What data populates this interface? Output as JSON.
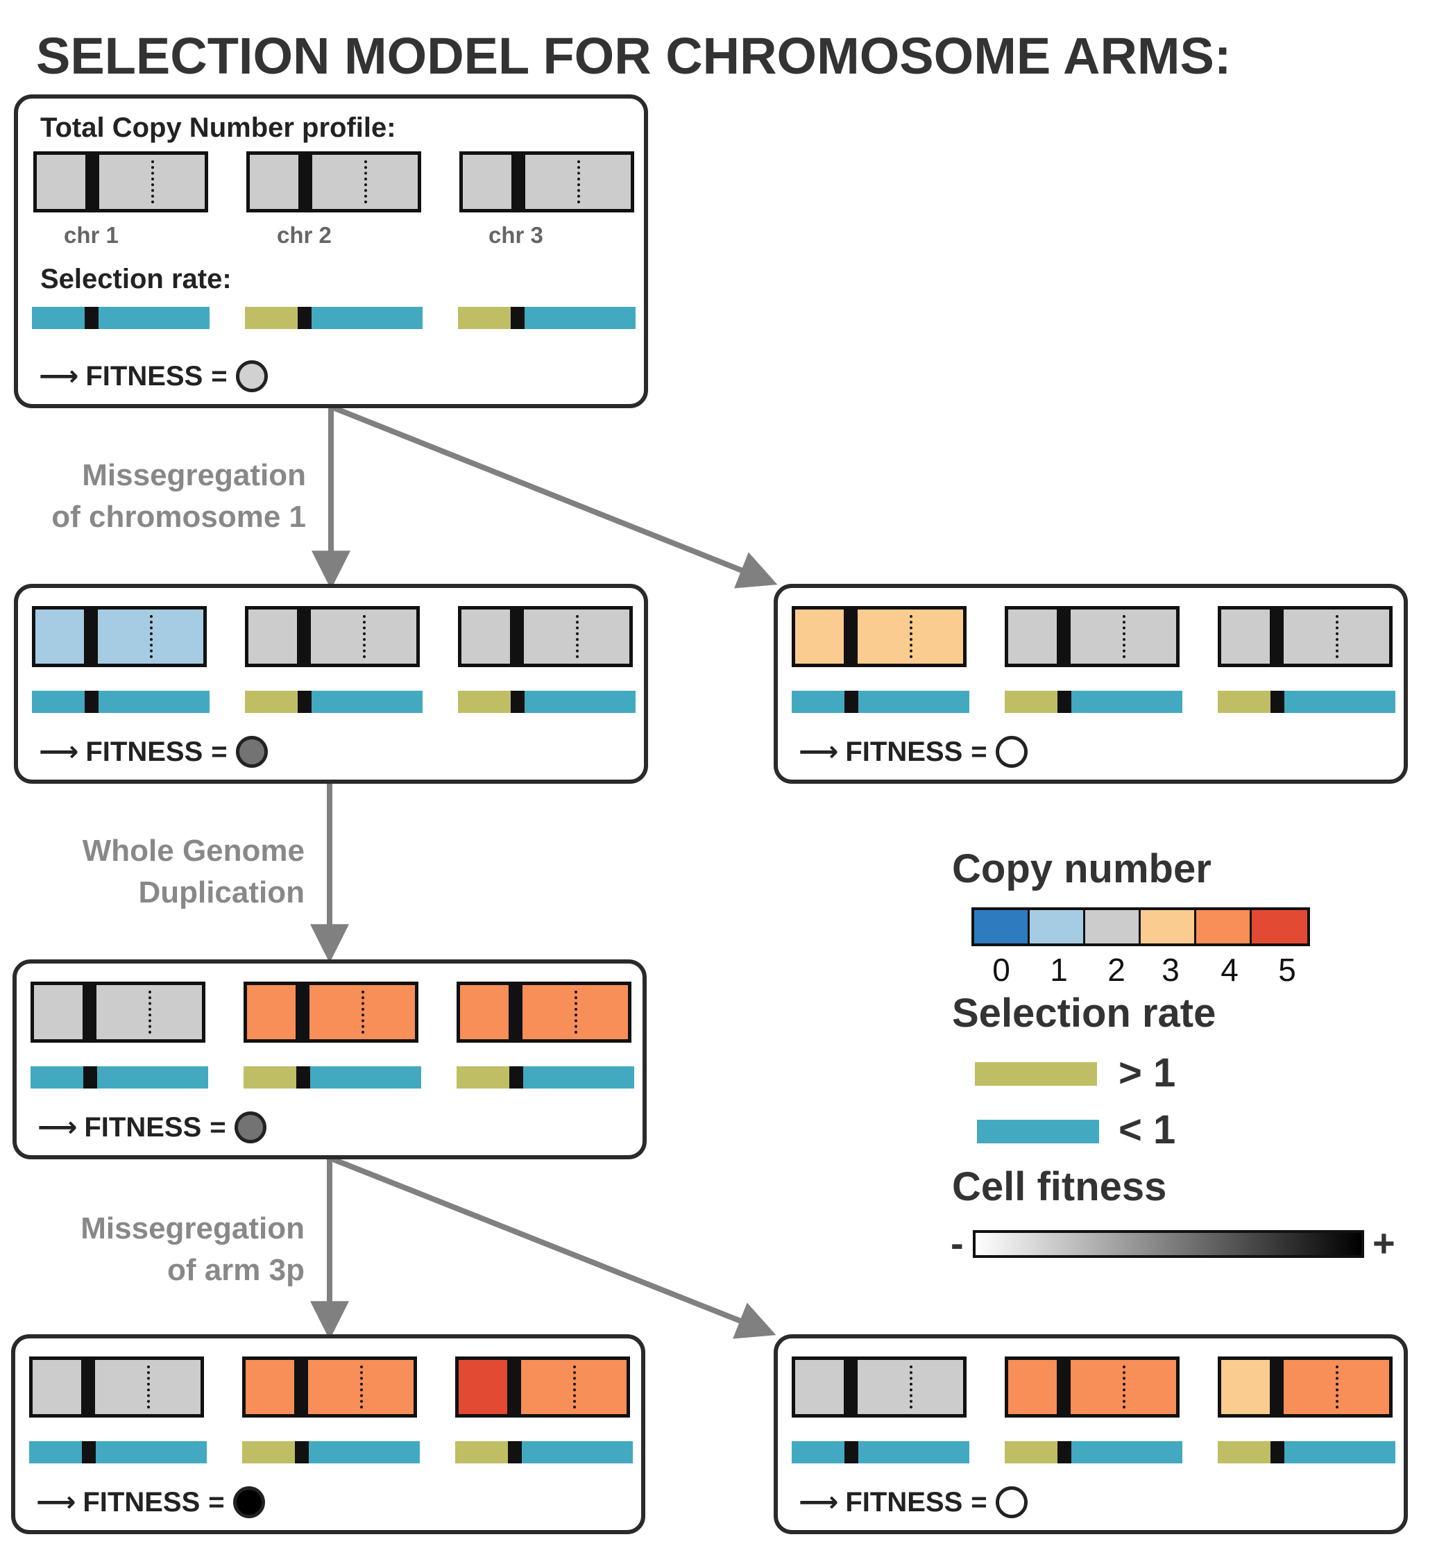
{
  "title": "SELECTION MODEL FOR CHROMOSOME ARMS:",
  "colors": {
    "cn0": "#2E7BBF",
    "cn1": "#A6CCE3",
    "cn2": "#CCCCCC",
    "cn3": "#FBCC8F",
    "cn4": "#F88E58",
    "cn5": "#E34A33",
    "sel_high": "#BFBE65",
    "sel_low": "#42A9C1",
    "fitness_low": "#ffffff",
    "fitness_high": "#000000",
    "panel_border": "#2a2a2a",
    "connector": "#808080"
  },
  "root_panel": {
    "profile_label": "Total Copy Number profile:",
    "selection_label": "Selection rate:",
    "chromosome_names": [
      "chr 1",
      "chr 2",
      "chr 3"
    ]
  },
  "fitness_label": "FITNESS",
  "edges": {
    "e1": [
      "Missegregation",
      "of chromosome 1"
    ],
    "e2": [
      "Whole Genome",
      "Duplication"
    ],
    "e3": [
      "Missegregation",
      "of arm 3p"
    ]
  },
  "panels": [
    {
      "id": "root",
      "fitness": 0.18,
      "chromosomes": [
        {
          "p": 2,
          "q": 2,
          "sel_p": "low",
          "sel_q": "low"
        },
        {
          "p": 2,
          "q": 2,
          "sel_p": "high",
          "sel_q": "low"
        },
        {
          "p": 2,
          "q": 2,
          "sel_p": "high",
          "sel_q": "low"
        }
      ]
    },
    {
      "id": "loss1",
      "fitness": 0.55,
      "chromosomes": [
        {
          "p": 1,
          "q": 1,
          "sel_p": "low",
          "sel_q": "low"
        },
        {
          "p": 2,
          "q": 2,
          "sel_p": "high",
          "sel_q": "low"
        },
        {
          "p": 2,
          "q": 2,
          "sel_p": "high",
          "sel_q": "low"
        }
      ]
    },
    {
      "id": "gain1",
      "fitness": 0.0,
      "chromosomes": [
        {
          "p": 3,
          "q": 3,
          "sel_p": "low",
          "sel_q": "low"
        },
        {
          "p": 2,
          "q": 2,
          "sel_p": "high",
          "sel_q": "low"
        },
        {
          "p": 2,
          "q": 2,
          "sel_p": "high",
          "sel_q": "low"
        }
      ]
    },
    {
      "id": "wgd",
      "fitness": 0.55,
      "chromosomes": [
        {
          "p": 2,
          "q": 2,
          "sel_p": "low",
          "sel_q": "low"
        },
        {
          "p": 4,
          "q": 4,
          "sel_p": "high",
          "sel_q": "low"
        },
        {
          "p": 4,
          "q": 4,
          "sel_p": "high",
          "sel_q": "low"
        }
      ]
    },
    {
      "id": "gain3p",
      "fitness": 1.0,
      "chromosomes": [
        {
          "p": 2,
          "q": 2,
          "sel_p": "low",
          "sel_q": "low"
        },
        {
          "p": 4,
          "q": 4,
          "sel_p": "high",
          "sel_q": "low"
        },
        {
          "p": 5,
          "q": 4,
          "sel_p": "high",
          "sel_q": "low"
        }
      ]
    },
    {
      "id": "loss3p",
      "fitness": 0.0,
      "chromosomes": [
        {
          "p": 2,
          "q": 2,
          "sel_p": "low",
          "sel_q": "low"
        },
        {
          "p": 4,
          "q": 4,
          "sel_p": "high",
          "sel_q": "low"
        },
        {
          "p": 3,
          "q": 4,
          "sel_p": "high",
          "sel_q": "low"
        }
      ]
    }
  ],
  "legend": {
    "copy_number_title": "Copy number",
    "copy_number_ticks": [
      "0",
      "1",
      "2",
      "3",
      "4",
      "5"
    ],
    "selection_title": "Selection rate",
    "selection_high_label": "> 1",
    "selection_low_label": "< 1",
    "fitness_title": "Cell fitness",
    "fitness_minus": "-",
    "fitness_plus": "+"
  }
}
